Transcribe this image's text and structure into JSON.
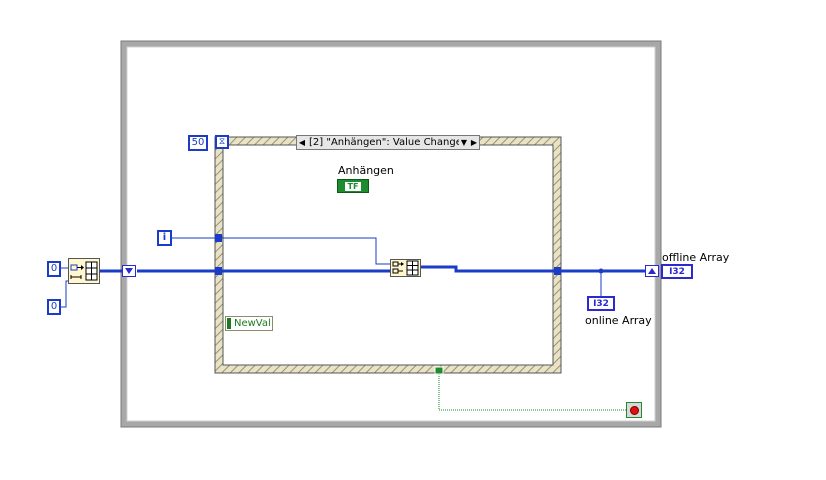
{
  "diagram": {
    "event_case": {
      "selector_index": "[2]",
      "selector_label": "\"Anhängen\": Value Change",
      "timeout_constant": "50",
      "timeout_icon": "hourglass-icon"
    },
    "constants": {
      "top_zero": "0",
      "bottom_zero": "0",
      "iteration": "i"
    },
    "controls": {
      "boolean_label": "Anhängen",
      "boolean_text": "TF",
      "newval_label": "NewVal"
    },
    "indicators": {
      "offline_label": "offline Array",
      "offline_type": "I32",
      "online_label": "online Array",
      "online_type": "I32"
    },
    "nodes": {
      "initialize_array": "initialize-array-icon",
      "replace_array_subset": "replace-array-subset-icon",
      "stop_button": "stop-icon"
    },
    "colors": {
      "wire_array": "#1a3cc7",
      "wire_boolean": "#1e8b2e",
      "loop_frame": "#a8a8a8",
      "case_frame": "#c8c0a0"
    }
  }
}
